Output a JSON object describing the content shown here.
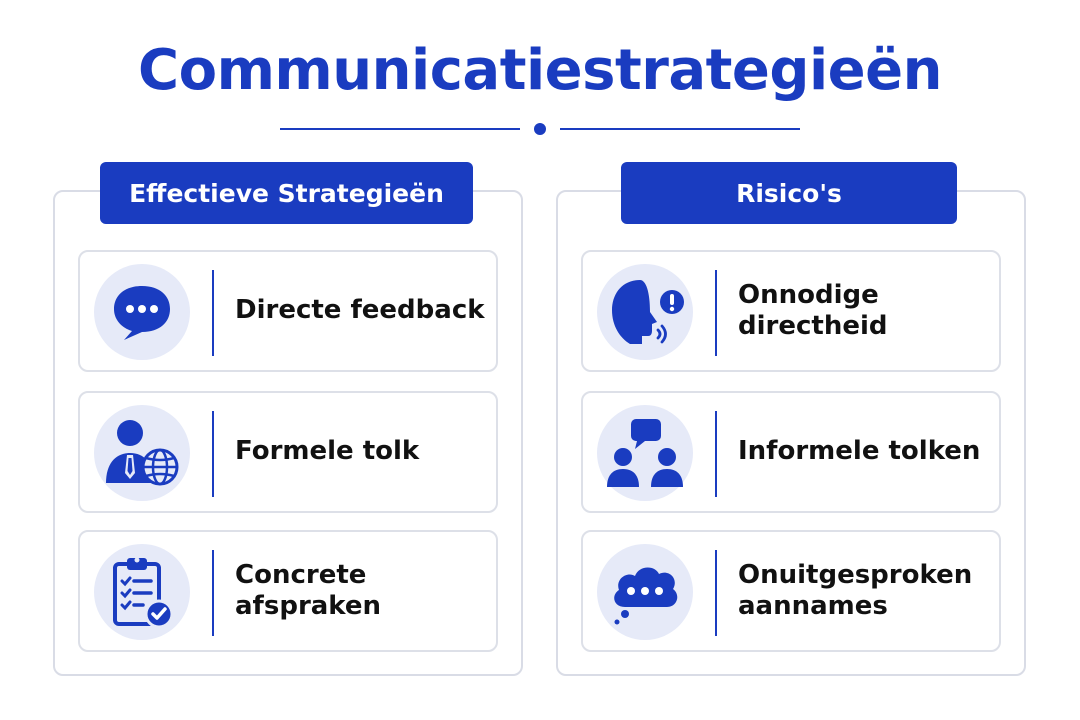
{
  "title": "Communicatiestrategieën",
  "colors": {
    "accent": "#1a3cc0",
    "icon_bg": "#e6eaf8",
    "card_border": "#dde0e8"
  },
  "left_panel": {
    "header": "Effectieve Strategieën",
    "items": [
      {
        "label": "Directe feedback",
        "icon": "speech-bubble-dots-icon"
      },
      {
        "label": "Formele tolk",
        "icon": "person-globe-icon"
      },
      {
        "label": "Concrete afspraken",
        "icon": "clipboard-checklist-icon"
      }
    ]
  },
  "right_panel": {
    "header": "Risico's",
    "items": [
      {
        "label": "Onnodige directheid",
        "icon": "speaking-head-alert-icon"
      },
      {
        "label": "Informele tolken",
        "icon": "two-people-chat-icon"
      },
      {
        "label_lines": [
          "Onuitgesproken",
          "aannames"
        ],
        "icon": "thought-cloud-dots-icon"
      }
    ]
  }
}
